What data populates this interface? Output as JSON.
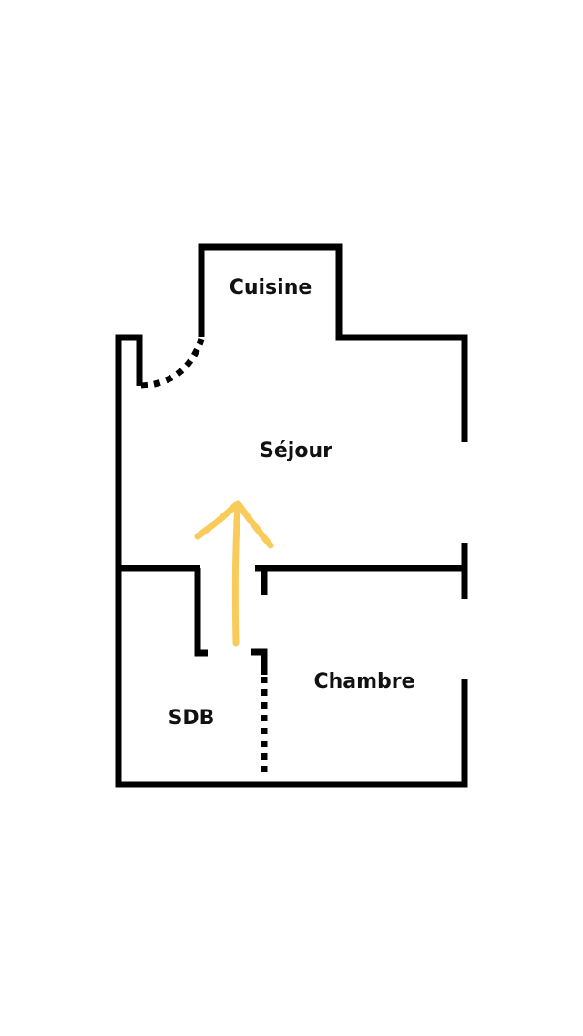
{
  "rooms": {
    "kitchen": "Cuisine",
    "living": "Séjour",
    "bedroom": "Chambre",
    "bathroom": "SDB"
  },
  "colors": {
    "walls": "#000000",
    "arrow": "#F9CB5A"
  }
}
